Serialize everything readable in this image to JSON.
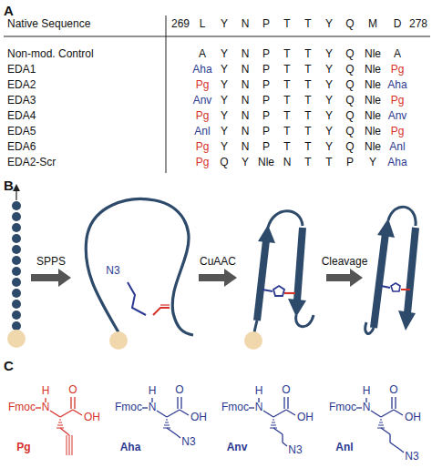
{
  "diagram": {
    "labels": [
      "A",
      "Native Sequence",
      "269",
      "L",
      "Y",
      "N",
      "P",
      "T",
      "T",
      "Y",
      "Q",
      "M",
      "D",
      "278",
      "Non-mod. Control",
      "A",
      "Y",
      "N",
      "P",
      "T",
      "T",
      "Y",
      "Q",
      "Nle",
      "A",
      "EDA1",
      "Aha",
      "Y",
      "N",
      "P",
      "T",
      "T",
      "Y",
      "Q",
      "Nle",
      "Pg",
      "EDA2",
      "Pg",
      "Y",
      "N",
      "P",
      "T",
      "T",
      "Y",
      "Q",
      "Nle",
      "Aha",
      "EDA3",
      "Anv",
      "Y",
      "N",
      "P",
      "T",
      "T",
      "Y",
      "Q",
      "Nle",
      "Pg",
      "EDA4",
      "Pg",
      "Y",
      "N",
      "P",
      "T",
      "T",
      "Y",
      "Q",
      "Nle",
      "Anv",
      "EDA5",
      "Anl",
      "Y",
      "N",
      "P",
      "T",
      "T",
      "Y",
      "Q",
      "Nle",
      "Pg",
      "EDA6",
      "Pg",
      "Y",
      "N",
      "P",
      "T",
      "T",
      "Y",
      "Q",
      "Nle",
      "Anl",
      "EDA2-Scr",
      "Pg",
      "Q",
      "Y",
      "Nle",
      "N",
      "T",
      "T",
      "P",
      "Y",
      "Aha",
      "B",
      "SPPS",
      "CuAAC",
      "Cleavage",
      "N3",
      "C",
      "H",
      "Fmoc",
      "N",
      "O",
      "OH",
      "Pg",
      "H",
      "Fmoc",
      "N",
      "O",
      "OH",
      "Aha",
      "N3",
      "H",
      "Fmoc",
      "N",
      "O",
      "OH",
      "Anv",
      "N3",
      "H",
      "Fmoc",
      "N",
      "O",
      "OH",
      "Anl",
      "N3"
    ]
  }
}
